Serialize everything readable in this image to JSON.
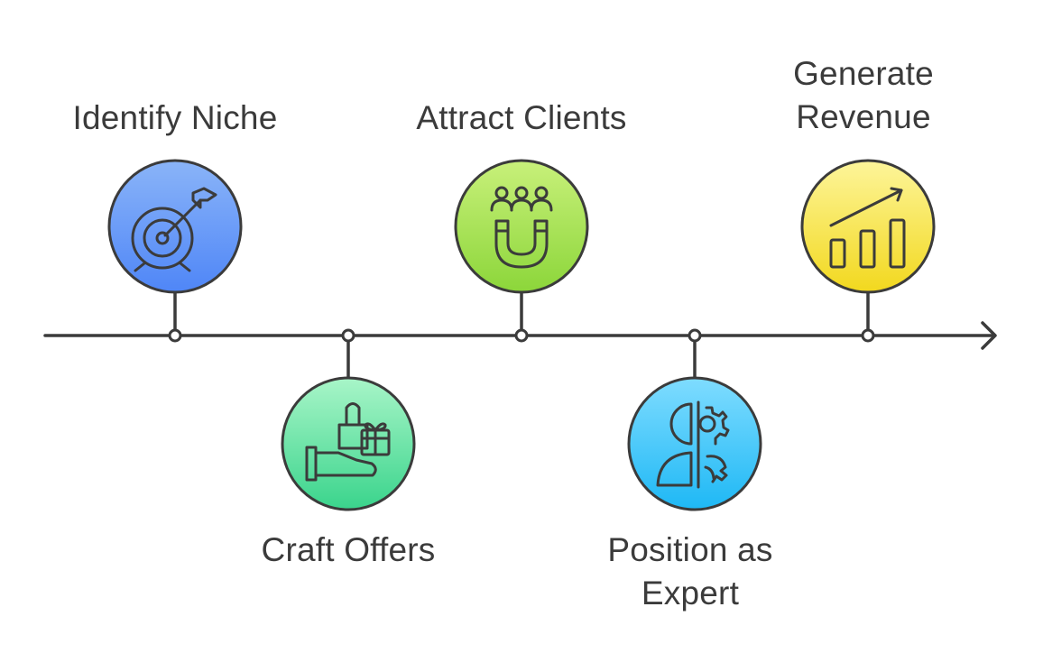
{
  "steps": [
    {
      "label_lines": [
        "Identify Niche"
      ],
      "icon": "target-arrow-icon",
      "colors": {
        "top": "#8ab4f8",
        "bottom": "#4f86f7"
      }
    },
    {
      "label_lines": [
        "Craft Offers"
      ],
      "icon": "hand-shopping-bag-gift-icon",
      "colors": {
        "top": "#a8f5c8",
        "bottom": "#3ad48c"
      }
    },
    {
      "label_lines": [
        "Attract Clients"
      ],
      "icon": "magnet-people-icon",
      "colors": {
        "top": "#c8f07a",
        "bottom": "#8cd63a"
      }
    },
    {
      "label_lines": [
        "Position as",
        "Expert"
      ],
      "icon": "head-gears-icon",
      "colors": {
        "top": "#7fdcff",
        "bottom": "#1eb8f5"
      }
    },
    {
      "label_lines": [
        "Generate",
        "Revenue"
      ],
      "icon": "bar-chart-growth-icon",
      "colors": {
        "top": "#fdf59a",
        "bottom": "#f2d81e"
      }
    }
  ],
  "line_color": "#3b3b3b"
}
